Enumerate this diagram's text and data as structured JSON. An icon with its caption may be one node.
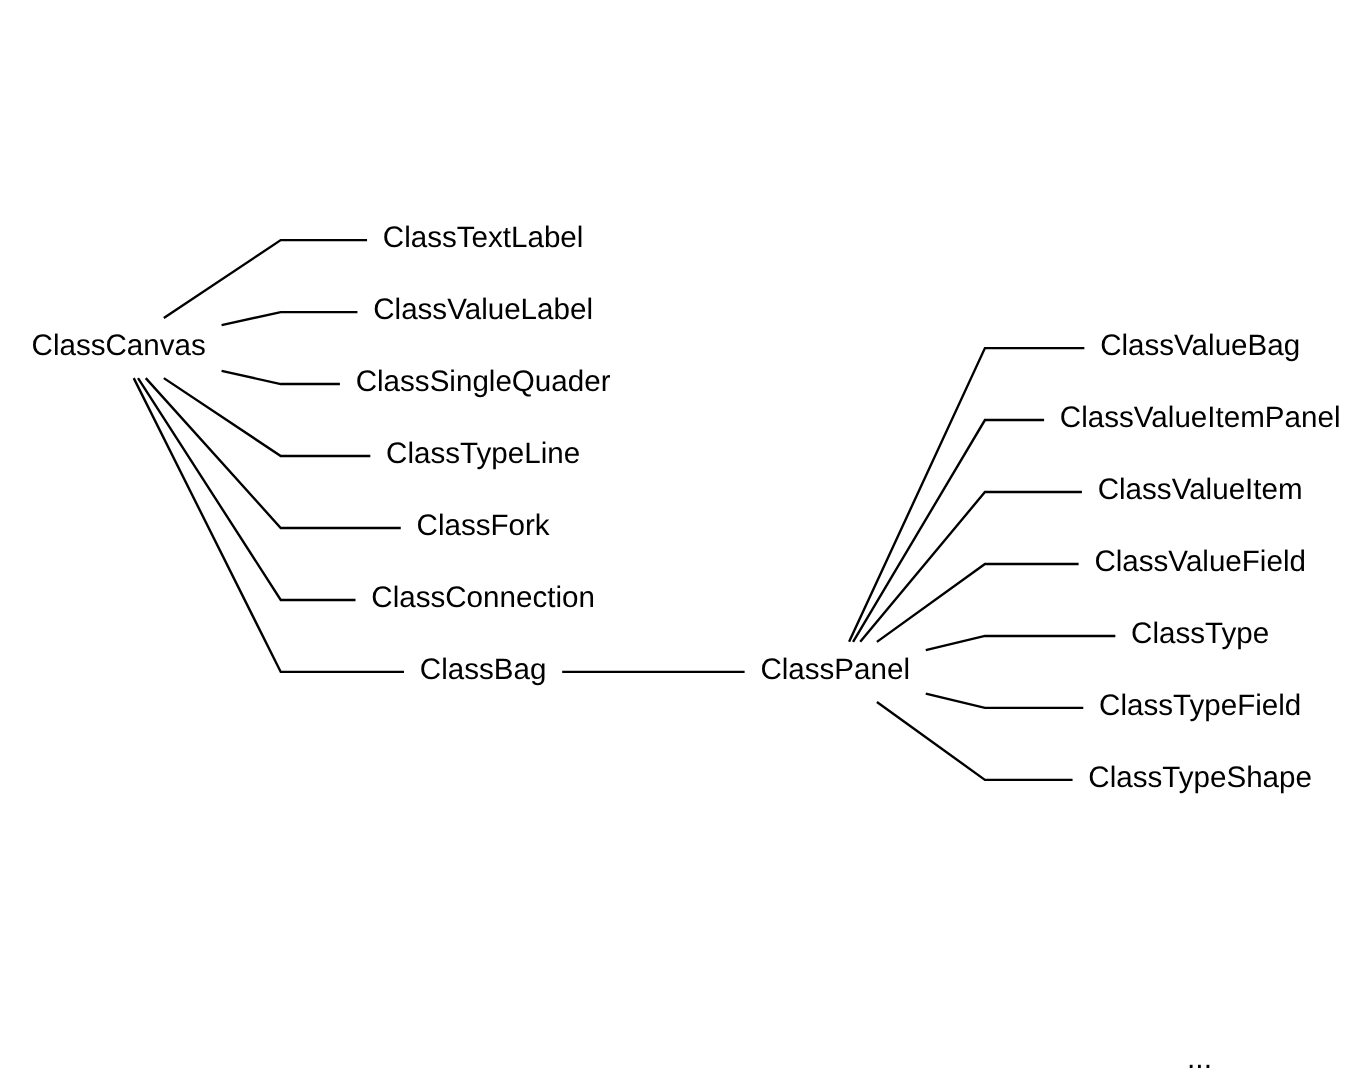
{
  "diagram": {
    "nodes": [
      {
        "text": [
          "ClassCanvas"
        ]
      },
      {
        "text": [
          "ClassTextLabel"
        ]
      },
      {
        "text": [
          "ClassValueLabel"
        ]
      },
      {
        "text": [
          "ClassSingleQuader"
        ]
      },
      {
        "text": [
          "ClassTypeLine"
        ]
      },
      {
        "text": [
          "ClassFork"
        ]
      },
      {
        "text": [
          "ClassConnection"
        ]
      },
      {
        "text": [
          "ClassBag"
        ]
      },
      {
        "text": [
          "ClassPanel"
        ]
      },
      {
        "text": [
          "ClassValueBag"
        ]
      },
      {
        "text": [
          "ClassValueItemPanel"
        ]
      },
      {
        "text": [
          "ClassValueItem"
        ]
      },
      {
        "text": [
          "ClassValueField"
        ]
      },
      {
        "text": [
          "ClassType"
        ]
      },
      {
        "text": [
          "ClassTypeField"
        ]
      },
      {
        "text": [
          "ClassTypeShape"
        ]
      }
    ],
    "edges": [
      {
        "from": 0,
        "to": 1,
        "arrow": "none"
      },
      {
        "from": 0,
        "to": 2,
        "arrow": "none"
      },
      {
        "from": 0,
        "to": 3,
        "arrow": "none"
      },
      {
        "from": 0,
        "to": 4,
        "arrow": "none"
      },
      {
        "from": 0,
        "to": 5,
        "arrow": "none"
      },
      {
        "from": 0,
        "to": 6,
        "arrow": "none"
      },
      {
        "from": 0,
        "to": 7,
        "arrow": "none"
      },
      {
        "from": 7,
        "to": 8,
        "arrow": "none"
      },
      {
        "from": 8,
        "to": 9,
        "arrow": "none"
      },
      {
        "from": 8,
        "to": 10,
        "arrow": "none"
      },
      {
        "from": 8,
        "to": 11,
        "arrow": "none"
      },
      {
        "from": 8,
        "to": 12,
        "arrow": "none"
      },
      {
        "from": 8,
        "to": 13,
        "arrow": "none"
      },
      {
        "from": 8,
        "to": 14,
        "arrow": "none"
      },
      {
        "from": 8,
        "to": 15,
        "arrow": "none"
      }
    ],
    "labels": [
      "..."
    ]
  }
}
